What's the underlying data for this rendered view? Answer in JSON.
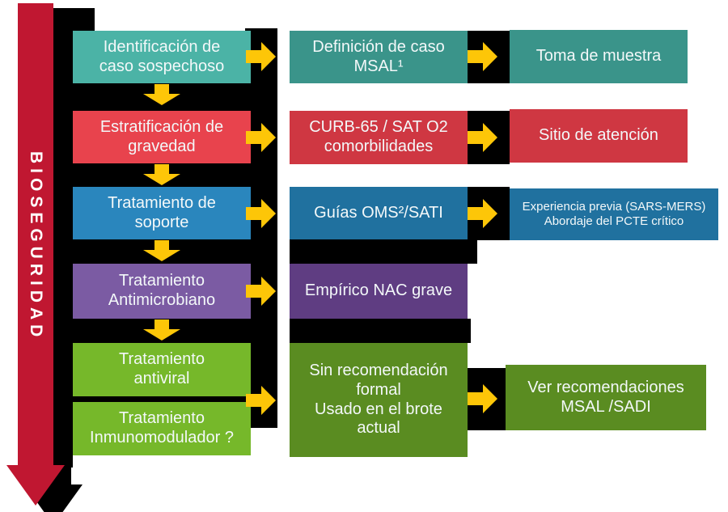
{
  "banner": {
    "label": "BIOSEGURIDAD"
  },
  "palette": {
    "banner_red": "#c01731",
    "arrow_yellow": "#fdc608",
    "shadow_black": "#000000",
    "teal_light": "#4bb3a6",
    "teal_dark": "#3a948a",
    "red_light": "#e8434d",
    "red_dark": "#cf3742",
    "blue_light": "#2a86bd",
    "blue_dark": "#20719f",
    "purple_light": "#7b5ba3",
    "purple_dark": "#5f3d82",
    "green_light": "#76b82a",
    "green_dark": "#5a8c21"
  },
  "flow": {
    "row1": {
      "left": "Identificación de\ncaso sospechoso",
      "middle": "Definición de caso\nMSAL¹",
      "right": "Toma de muestra"
    },
    "row2": {
      "left": "Estratificación de\ngravedad",
      "middle": "CURB-65 / SAT O2\ncomorbilidades",
      "right": "Sitio de atención"
    },
    "row3": {
      "left": "Tratamiento de\nsoporte",
      "middle": "Guías OMS²/SATI",
      "right": "Experiencia previa (SARS-MERS)\nAbordaje del PCTE crítico"
    },
    "row4": {
      "left": "Tratamiento\nAntimicrobiano",
      "middle": "Empírico NAC grave"
    },
    "row5": {
      "left_top": "Tratamiento\nantiviral",
      "left_bottom": "Tratamiento\nInmunomodulador ?",
      "middle": "Sin recomendación\nformal\nUsado en el brote\nactual",
      "right": "Ver recomendaciones\nMSAL /SADI"
    }
  }
}
